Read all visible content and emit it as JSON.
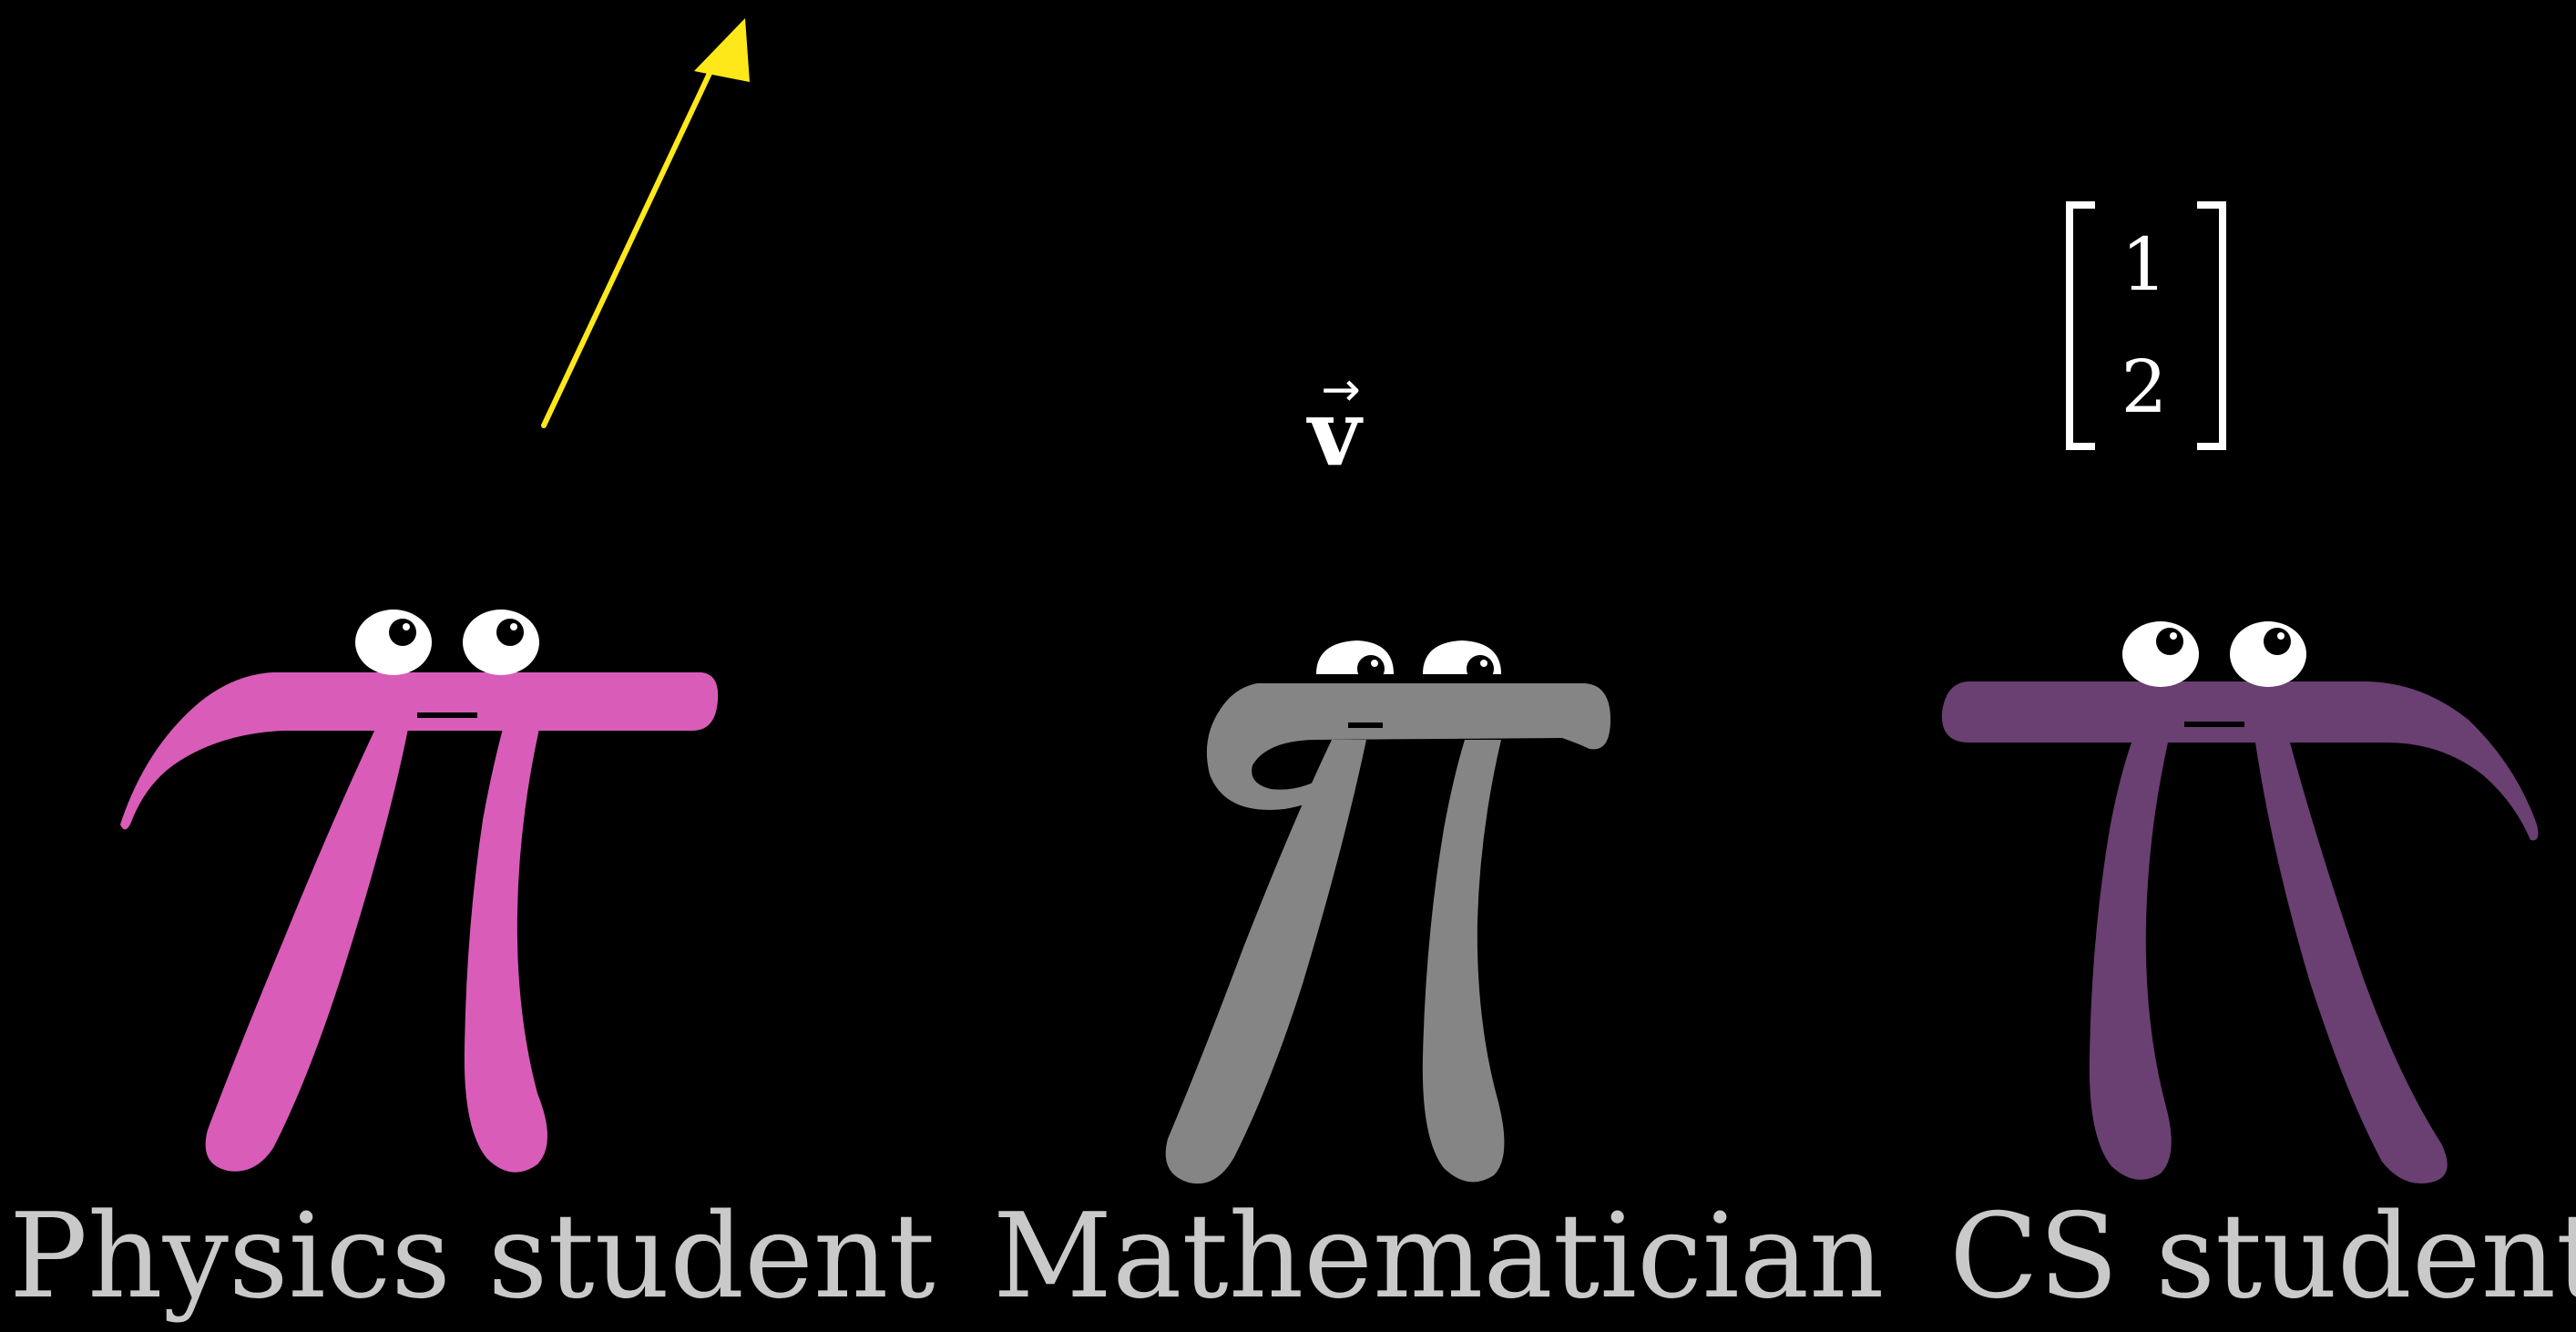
{
  "colors": {
    "background": "#000000",
    "physics_pi": "#d85cb8",
    "mathematician_pi": "#858585",
    "cs_pi": "#6a3f72",
    "arrow": "#ffe81a",
    "math_text": "#ffffff",
    "caption_text": "#c9c9c9",
    "eye_white": "#ffffff",
    "pupil": "#000000"
  },
  "characters": [
    {
      "id": "physics",
      "label": "Physics student",
      "icon": "pi-creature-icon"
    },
    {
      "id": "mathematician",
      "label": "Mathematician",
      "icon": "pi-creature-icon"
    },
    {
      "id": "cs",
      "label": "CS student",
      "icon": "pi-creature-icon"
    }
  ],
  "physics_view": {
    "icon": "arrow-icon"
  },
  "mathematician_view": {
    "symbol": "v",
    "accent": "→"
  },
  "cs_view": {
    "entries": [
      "1",
      "2"
    ],
    "icon": "bracket-icon"
  }
}
